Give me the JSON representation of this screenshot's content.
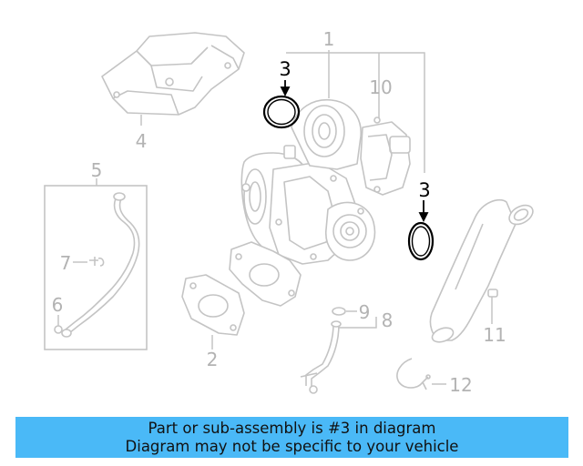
{
  "colors": {
    "part_outline": "#c4c4c4",
    "highlight": "#000000",
    "callout_muted": "#b3b3b3",
    "banner_bg": "#4ab9f7",
    "banner_text": "#111111"
  },
  "callouts": {
    "c1": "1",
    "c2": "2",
    "c3a": "3",
    "c3b": "3",
    "c4": "4",
    "c5": "5",
    "c6": "6",
    "c7": "7",
    "c8": "8",
    "c9": "9",
    "c10": "10",
    "c11": "11",
    "c12": "12"
  },
  "banner": {
    "line1": "Part or sub-assembly is #3 in diagram",
    "line2": "Diagram may not be specific to your vehicle"
  }
}
